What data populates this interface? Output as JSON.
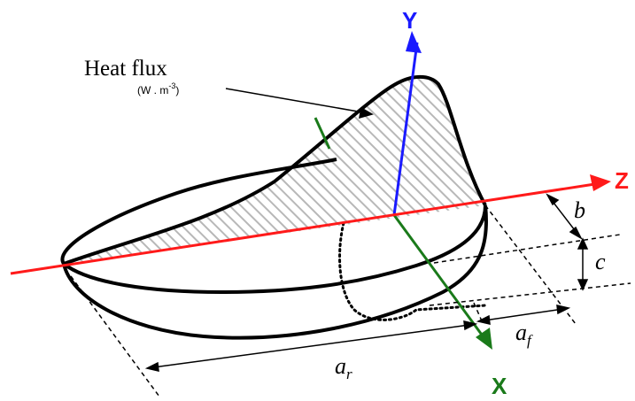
{
  "annotation": {
    "heat_flux_label": "Heat flux",
    "unit_prefix": "(W . m",
    "unit_exponent": "-3",
    "unit_suffix": ")"
  },
  "axes": {
    "y_label": "Y",
    "z_label": "Z",
    "x_label": "X",
    "y_color": "#1a1aff",
    "z_color": "#ff1a1a",
    "x_color": "#1a7a1a"
  },
  "dimensions": {
    "b": "b",
    "c": "c",
    "a_f_main": "a",
    "a_f_sub": "f",
    "a_r_main": "a",
    "a_r_sub": "r"
  }
}
